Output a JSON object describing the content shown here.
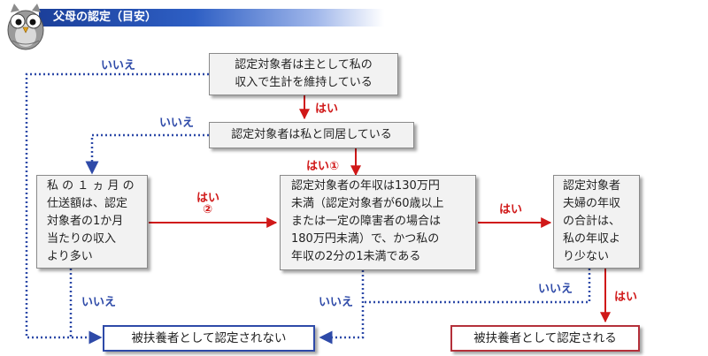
{
  "header": {
    "title": "父母の認定（目安）"
  },
  "colors": {
    "yes": "#d01818",
    "no": "#2e4aa8",
    "header": "#1b3f9a"
  },
  "icons": {
    "mascot": "owl-mascot-icon"
  },
  "nodes": {
    "q1": {
      "lines": [
        "認定対象者は主として私の",
        "収入で生計を維持している"
      ]
    },
    "q2": {
      "lines": [
        "認定対象者は私と同居している"
      ]
    },
    "q3": {
      "lines": [
        "私 の １ ヵ 月 の",
        "仕送額は、認定",
        "対象者の1か月",
        "当たりの収入",
        "より多い"
      ]
    },
    "q4": {
      "lines": [
        "認定対象者の年収は130万円",
        "未満（認定対象者が60歳以上",
        "または一定の障害者の場合は",
        "180万円未満）で、かつ私の",
        "年収の2分の1未満である"
      ]
    },
    "q5": {
      "lines": [
        "認定対象者",
        "夫婦の年収",
        "の合計は、",
        "私の年収よ",
        "り少ない"
      ]
    },
    "result_no": {
      "text": "被扶養者として認定されない"
    },
    "result_yes": {
      "text": "被扶養者として認定される"
    }
  },
  "labels": {
    "q1_no": "いいえ",
    "q1_yes": "はい",
    "q2_no": "いいえ",
    "q2_yes": "はい①",
    "q3_yes_a": "はい",
    "q3_yes_b": "②",
    "q3_no": "いいえ",
    "q4_yes": "はい",
    "q4_no": "いいえ",
    "q5_no": "いいえ",
    "q5_yes": "はい"
  }
}
